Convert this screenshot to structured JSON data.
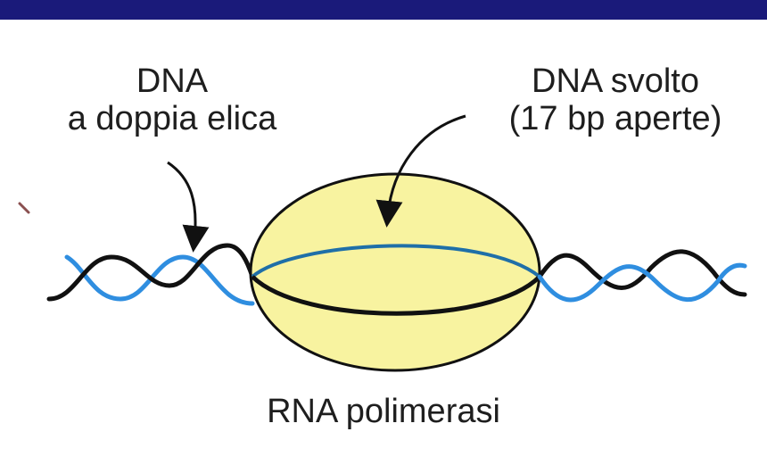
{
  "colors": {
    "header_bar": "#1a1a7a",
    "dna_strand_dark": "#111111",
    "dna_strand_blue": "#2f8ee0",
    "polymerase_fill": "#f8f3a0",
    "text": "#1e1e1e"
  },
  "labels": {
    "double_helix_line1": "DNA",
    "double_helix_line2": "a doppia elica",
    "unwound_line1": "DNA svolto",
    "unwound_line2": "(17 bp aperte)",
    "polymerase": "RNA polimerasi"
  }
}
